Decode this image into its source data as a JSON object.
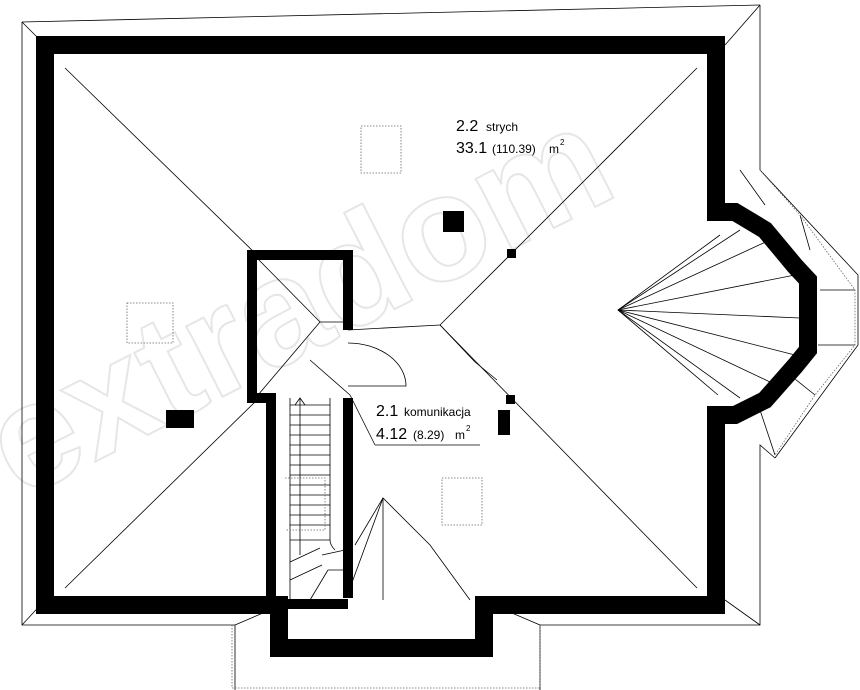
{
  "watermark": "extradom",
  "rooms": [
    {
      "number": "2.2",
      "name": "strych",
      "area": "33.1",
      "area_total": "(110.39)",
      "unit": "m",
      "unit_sup": "2"
    },
    {
      "number": "2.1",
      "name": "komunikacja",
      "area": "4.12",
      "area_total": "(8.29)",
      "unit": "m",
      "unit_sup": "2"
    }
  ]
}
